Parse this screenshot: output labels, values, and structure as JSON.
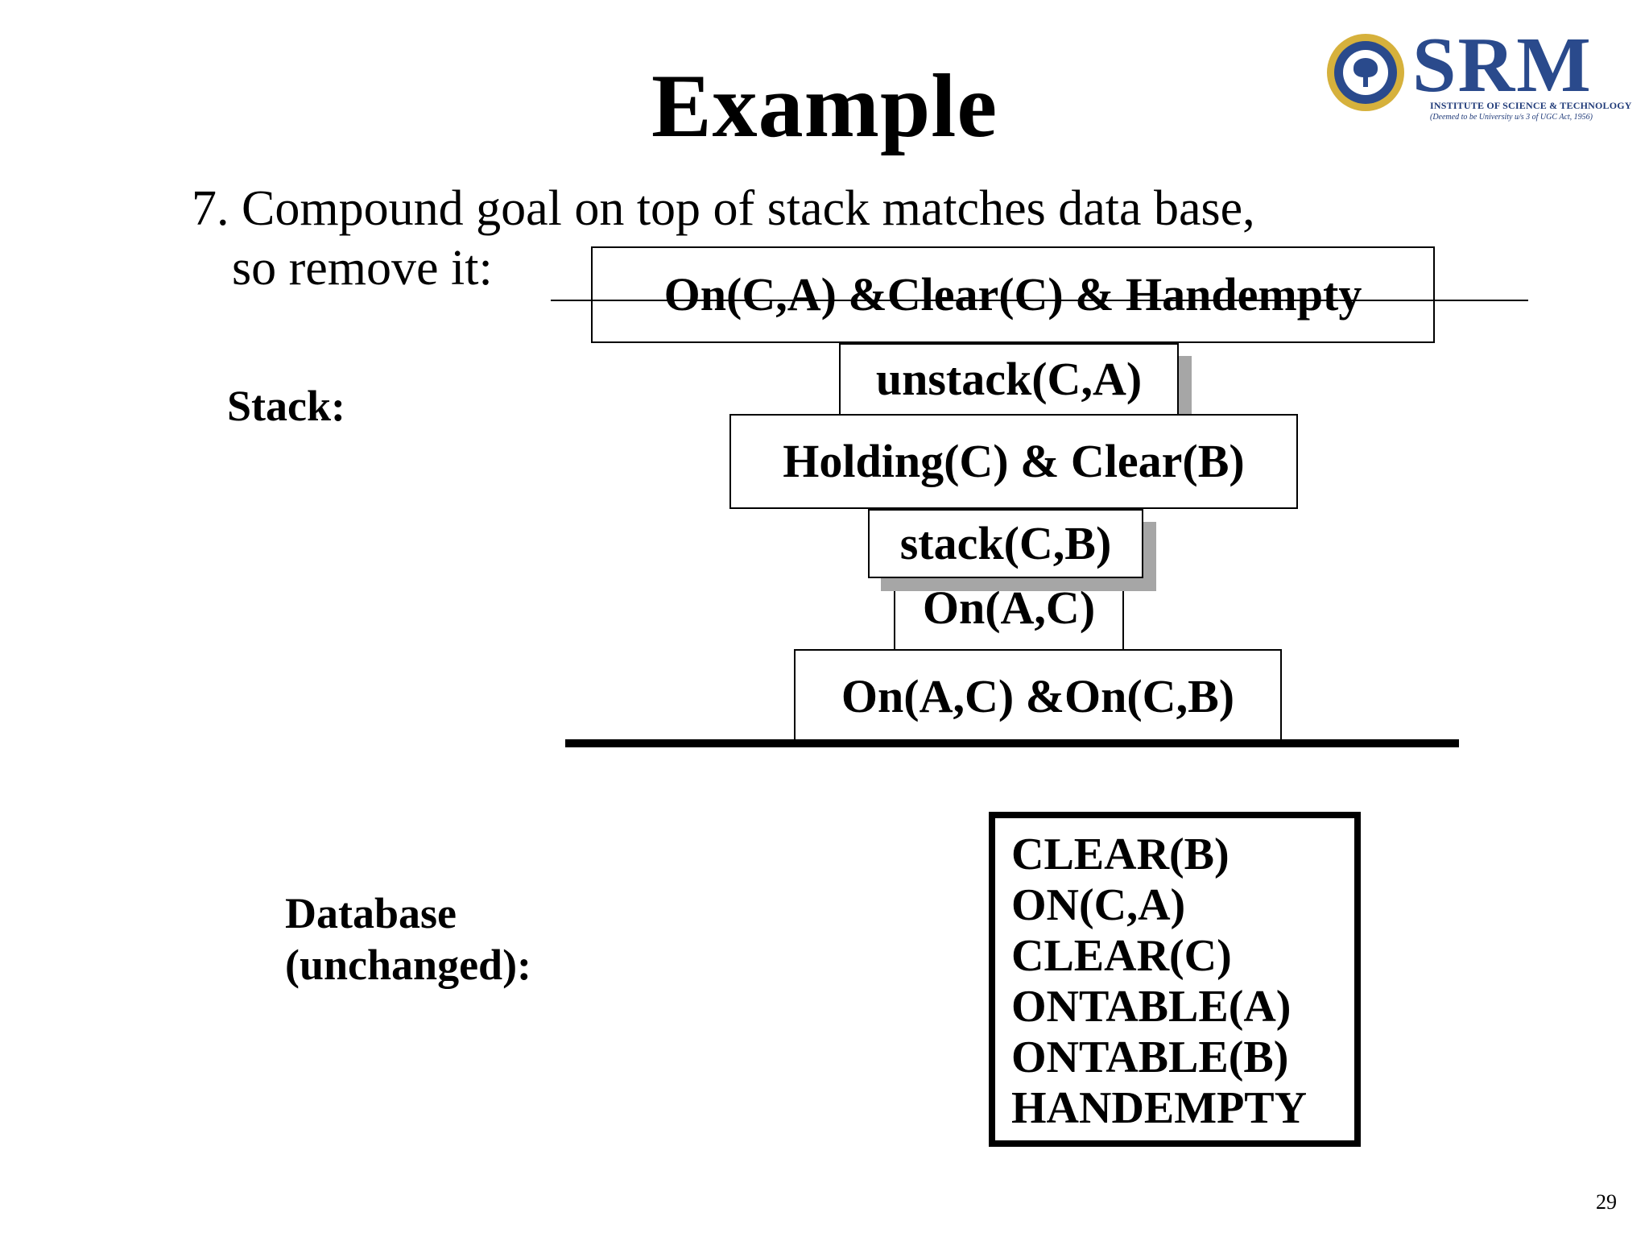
{
  "slide": {
    "title": "Example",
    "step_line1": "7. Compound goal on top of stack matches data base,",
    "step_line2": "so remove it:",
    "stack_label": "Stack:",
    "database_label_line1": "Database",
    "database_label_line2": "(unchanged):",
    "page_number": "29"
  },
  "logo": {
    "wordmark": "SRM",
    "subtitle": "INSTITUTE OF SCIENCE & TECHNOLOGY",
    "tagline": "(Deemed to be University u/s 3 of UGC Act, 1956)",
    "colors": {
      "navy": "#2a4a8c",
      "gold": "#d6b13c"
    }
  },
  "stack": {
    "items": [
      {
        "label": "On(C,A) &Clear(C) & Handempty",
        "struck_through": true
      },
      {
        "label": "unstack(C,A)"
      },
      {
        "label": "Holding(C) & Clear(B)"
      },
      {
        "label": "stack(C,B)"
      },
      {
        "label": "On(A,C)"
      },
      {
        "label": "On(A,C) &On(C,B)"
      }
    ]
  },
  "database": {
    "items": [
      "CLEAR(B)",
      "ON(C,A)",
      "CLEAR(C)",
      "ONTABLE(A)",
      "ONTABLE(B)",
      "HANDEMPTY"
    ]
  }
}
